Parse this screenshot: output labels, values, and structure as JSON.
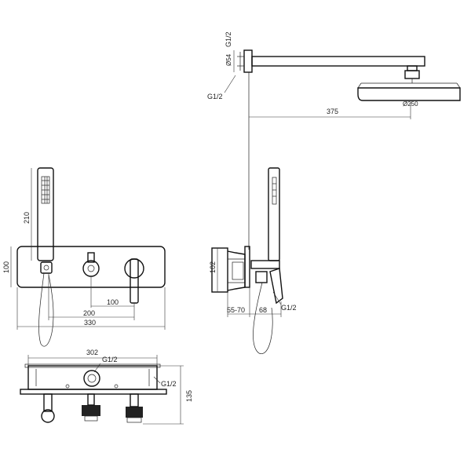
{
  "labels": {
    "g12_top_vertical": "G1/2",
    "d54": "Ø54",
    "g12_top_leader": "G1/2",
    "d250": "Ø250",
    "d375": "375",
    "d210": "210",
    "d100_left": "100",
    "d100_inner": "100",
    "d200": "200",
    "d330": "330",
    "d102": "102",
    "g12_side": "G1/2",
    "d55_70": "55-70",
    "d68": "68",
    "d302": "302",
    "g12_bottom_top": "G1/2",
    "g12_bottom_right": "G1/2",
    "d135": "135"
  }
}
